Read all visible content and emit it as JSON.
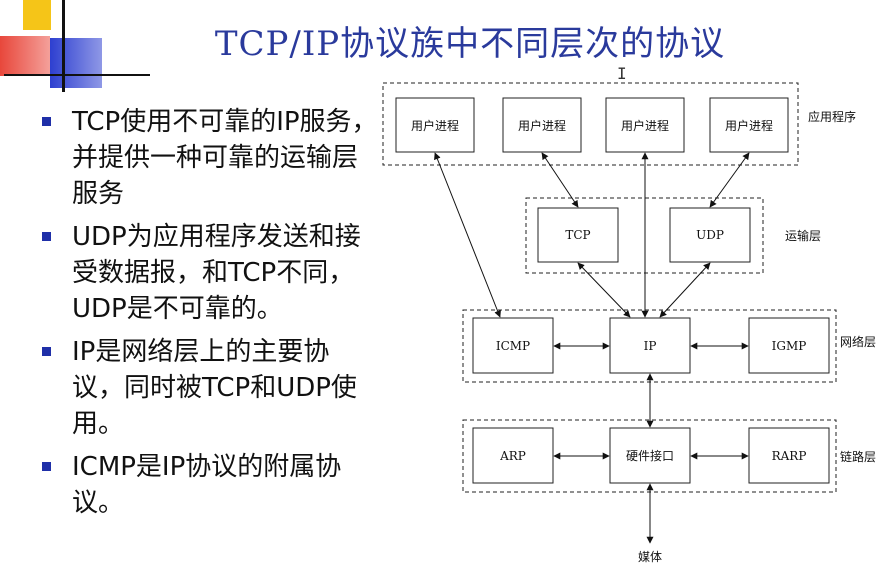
{
  "slide": {
    "title": "TCP/IP协议族中不同层次的协议"
  },
  "bullets": [
    {
      "text": "TCP使用不可靠的IP服务，并提供一种可靠的运输层服务"
    },
    {
      "text": "UDP为应用程序发送和接受数据报，和TCP不同，UDP是不可靠的。"
    },
    {
      "text": "IP是网络层上的主要协议，同时被TCP和UDP使用。"
    },
    {
      "text": "ICMP是IP协议的附属协议。"
    }
  ],
  "diagram": {
    "layers": {
      "application": "应用程序",
      "transport": "运输层",
      "network": "网络层",
      "link": "链路层"
    },
    "nodes": {
      "proc1": "用户进程",
      "proc2": "用户进程",
      "proc3": "用户进程",
      "proc4": "用户进程",
      "tcp": "TCP",
      "udp": "UDP",
      "icmp": "ICMP",
      "ip": "IP",
      "igmp": "IGMP",
      "arp": "ARP",
      "hw": "硬件接口",
      "rarp": "RARP"
    },
    "media": "媒体"
  },
  "colors": {
    "title": "#2a3a9c",
    "bullet": "#1f2fa8",
    "deco_yellow": "#f5c518",
    "deco_red": "#e8473b",
    "deco_blue": "#2d3fd0"
  }
}
